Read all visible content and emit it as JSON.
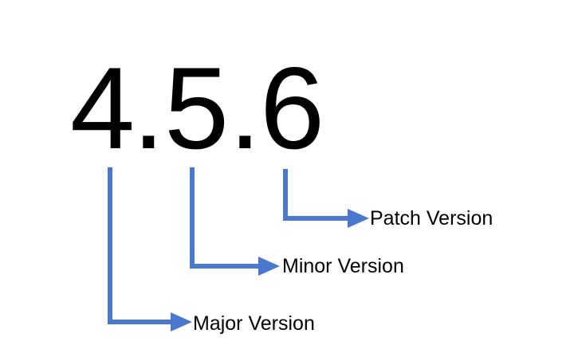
{
  "version": {
    "major": "4",
    "minor": "5",
    "patch": "6",
    "separator": "."
  },
  "labels": {
    "major": "Major Version",
    "minor": "Minor Version",
    "patch": "Patch Version"
  },
  "colors": {
    "connector": "#4a78cf",
    "text": "#000000"
  }
}
